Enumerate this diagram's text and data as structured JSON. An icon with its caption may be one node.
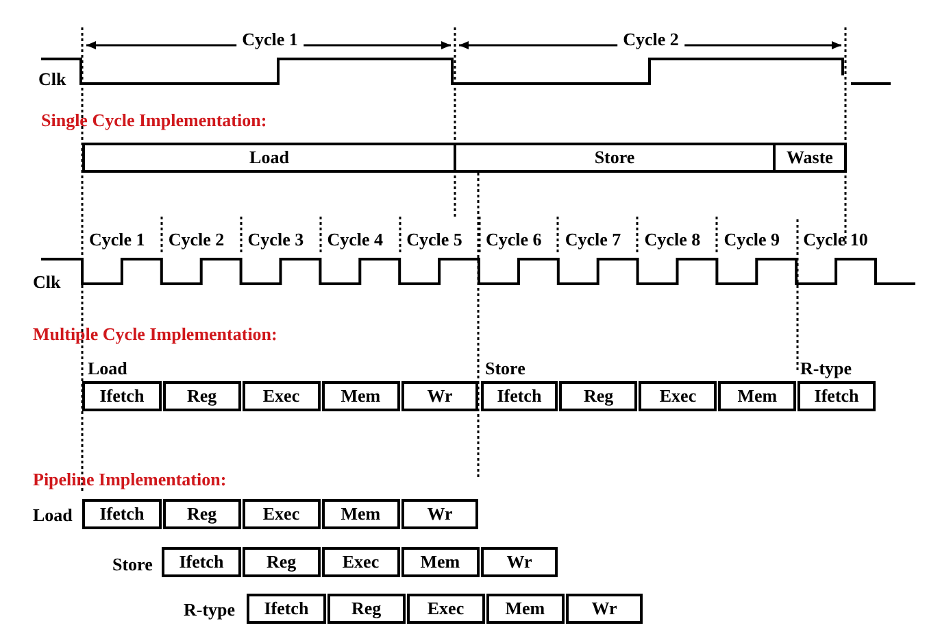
{
  "diagram": {
    "nodes": [
      {
        "text": [
          "Load"
        ]
      },
      {
        "text": [
          "Store"
        ]
      },
      {
        "text": [
          "Waste"
        ]
      },
      {
        "text": [
          "Ifetch"
        ]
      },
      {
        "text": [
          "Reg"
        ]
      },
      {
        "text": [
          "Exec"
        ]
      },
      {
        "text": [
          "Mem"
        ]
      },
      {
        "text": [
          "Wr"
        ]
      },
      {
        "text": [
          "Ifetch"
        ]
      },
      {
        "text": [
          "Reg"
        ]
      },
      {
        "text": [
          "Exec"
        ]
      },
      {
        "text": [
          "Mem"
        ]
      },
      {
        "text": [
          "Ifetch"
        ]
      },
      {
        "text": [
          "Ifetch"
        ]
      },
      {
        "text": [
          "Reg"
        ]
      },
      {
        "text": [
          "Exec"
        ]
      },
      {
        "text": [
          "Mem"
        ]
      },
      {
        "text": [
          "Wr"
        ]
      },
      {
        "text": [
          "Ifetch"
        ]
      },
      {
        "text": [
          "Reg"
        ]
      },
      {
        "text": [
          "Exec"
        ]
      },
      {
        "text": [
          "Mem"
        ]
      },
      {
        "text": [
          "Wr"
        ]
      },
      {
        "text": [
          "Ifetch"
        ]
      },
      {
        "text": [
          "Reg"
        ]
      },
      {
        "text": [
          "Exec"
        ]
      },
      {
        "text": [
          "Mem"
        ]
      },
      {
        "text": [
          "Wr"
        ]
      }
    ],
    "labels": [
      "Cycle 1",
      "Cycle 2",
      "Clk",
      "Single Cycle Implementation:",
      "Cycle 1",
      "Cycle 2",
      "Cycle 3",
      "Cycle 4",
      "Cycle 5",
      "Cycle 6",
      "Cycle 7",
      "Cycle 8",
      "Cycle 9",
      "Cycle 10",
      "Clk",
      "Multiple Cycle Implementation:",
      "Load",
      "Store",
      "R-type",
      "Pipeline Implementation:",
      "Load",
      "Store",
      "R-type"
    ]
  }
}
